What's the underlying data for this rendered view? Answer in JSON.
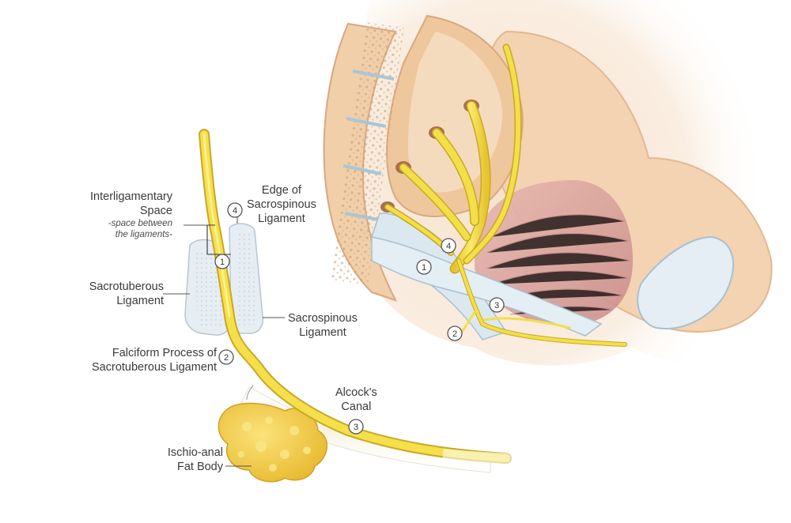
{
  "labels": {
    "interligamentary": {
      "line1": "Interligamentary",
      "line2": "Space",
      "note1": "-space between",
      "note2": "the ligaments-"
    },
    "edge_sacrospinous": {
      "line1": "Edge of",
      "line2": "Sacrospinous",
      "line3": "Ligament"
    },
    "sacrotuberous": {
      "line1": "Sacrotuberous",
      "line2": "Ligament"
    },
    "sacrospinous": {
      "line1": "Sacrospinous",
      "line2": "Ligament"
    },
    "falciform": {
      "line1": "Falciform Process of",
      "line2": "Sacrotuberous Ligament"
    },
    "alcocks": {
      "line1": "Alcock's",
      "line2": "Canal"
    },
    "ischioanal": {
      "line1": "Ischio-anal",
      "line2": "Fat Body"
    }
  },
  "markers": {
    "one": "1",
    "two": "2",
    "three": "3",
    "four": "4"
  },
  "colors": {
    "nerve": "#f0dc3c",
    "nerve_outline": "#c9a826",
    "ligament": "#dde9f1",
    "ligament_outline": "#a9c0cf",
    "bone": "#f2d3b3",
    "bone_dark": "#d8a880",
    "muscle": "#d9a6a2",
    "fat": "#f2cf45"
  }
}
